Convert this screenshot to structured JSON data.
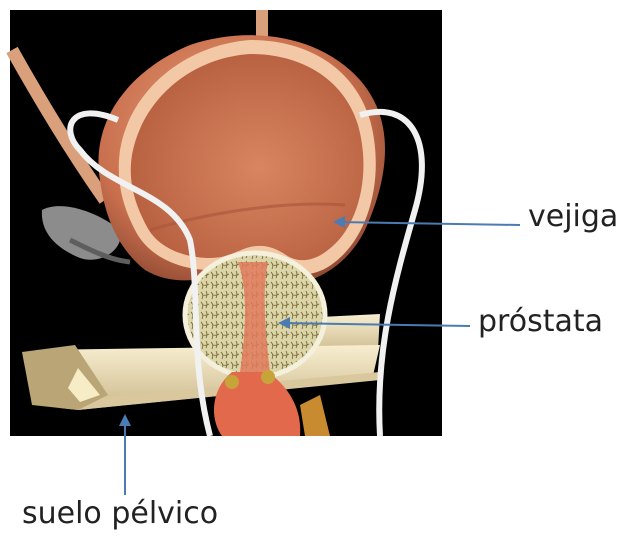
{
  "labels": {
    "bladder": "vejiga",
    "prostate": "próstata",
    "pelvic_floor": "suelo pélvico"
  },
  "colors": {
    "background": "#000000",
    "bladder": "#d98c68",
    "bladder_inner": "#c56f4f",
    "bladder_rim": "#f1c9a9",
    "prostate": "#d8d2a6",
    "pelvic_floor": "#efe3bd",
    "urethra": "#e56f52",
    "vessels": "#f2f2f2",
    "leader_lines": "#4a7bb3"
  }
}
